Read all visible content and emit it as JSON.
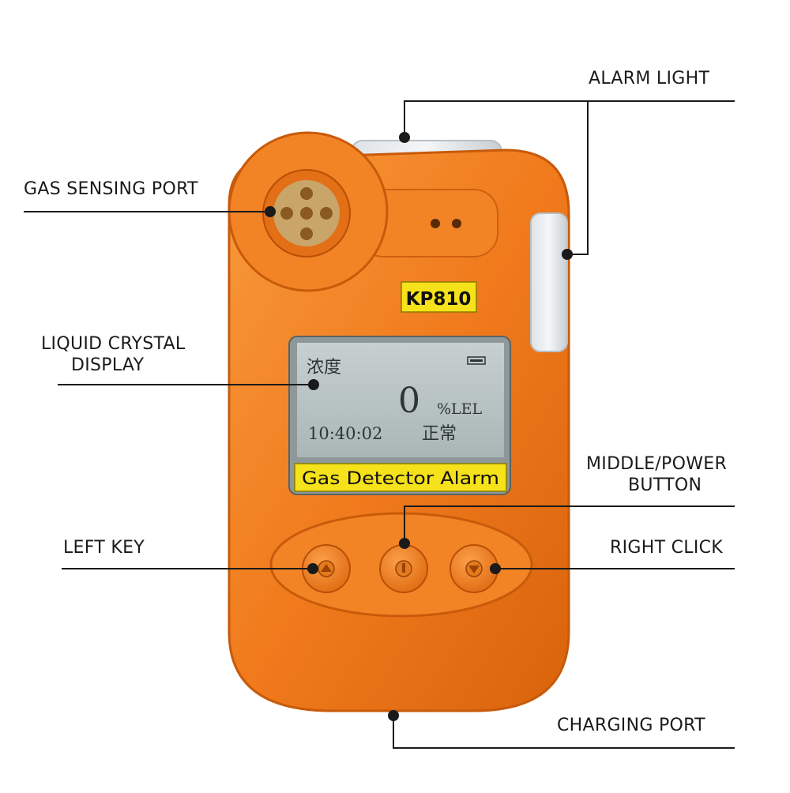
{
  "labels": {
    "alarm_light": "ALARM LIGHT",
    "gas_sensing_port": "GAS SENSING PORT",
    "lcd_line1": "LIQUID CRYSTAL",
    "lcd_line2": "DISPLAY",
    "middle_line1": "MIDDLE/POWER",
    "middle_line2": "BUTTON",
    "left_key": "LEFT KEY",
    "right_click": "RIGHT CLICK",
    "charging_port": "CHARGING PORT"
  },
  "device": {
    "model": "KP810",
    "banner": "Gas Detector Alarm",
    "screen": {
      "top_label": "浓度",
      "reading": "0",
      "unit": "%LEL",
      "time": "10:40:02",
      "status": "正常"
    }
  },
  "colors": {
    "body": "#f07a1c",
    "body_dark": "#c85a0a",
    "screen": "#b9c4c4",
    "banner": "#f6e21a",
    "line": "#1a1a1a"
  }
}
